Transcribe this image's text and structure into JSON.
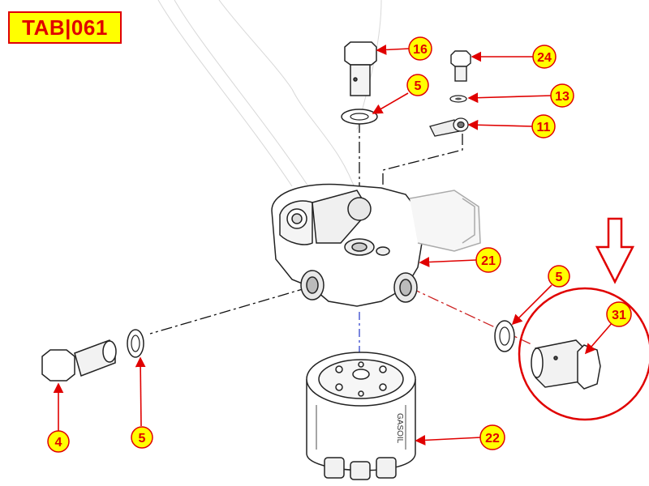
{
  "header": {
    "tab_code": "TAB|061"
  },
  "colors": {
    "callout_fill": "#ffff00",
    "callout_text": "#e00000",
    "leader": "#e00000",
    "highlight": "#e00000",
    "axis_blue": "#3344cc"
  },
  "callouts": [
    {
      "id": "16",
      "label": "16",
      "part": "banjo-bolt-top"
    },
    {
      "id": "24",
      "label": "24",
      "part": "bleed-screw"
    },
    {
      "id": "5a",
      "label": "5",
      "part": "washer-top"
    },
    {
      "id": "13",
      "label": "13",
      "part": "small-washer"
    },
    {
      "id": "11",
      "label": "11",
      "part": "hose-fitting"
    },
    {
      "id": "21",
      "label": "21",
      "part": "filter-head"
    },
    {
      "id": "5b",
      "label": "5",
      "part": "washer-right"
    },
    {
      "id": "31",
      "label": "31",
      "part": "banjo-bolt-highlighted"
    },
    {
      "id": "22",
      "label": "22",
      "part": "filter-cartridge"
    },
    {
      "id": "4",
      "label": "4",
      "part": "banjo-bolt-left"
    },
    {
      "id": "5c",
      "label": "5",
      "part": "washer-left"
    }
  ],
  "filter_brand": "GASOIL"
}
